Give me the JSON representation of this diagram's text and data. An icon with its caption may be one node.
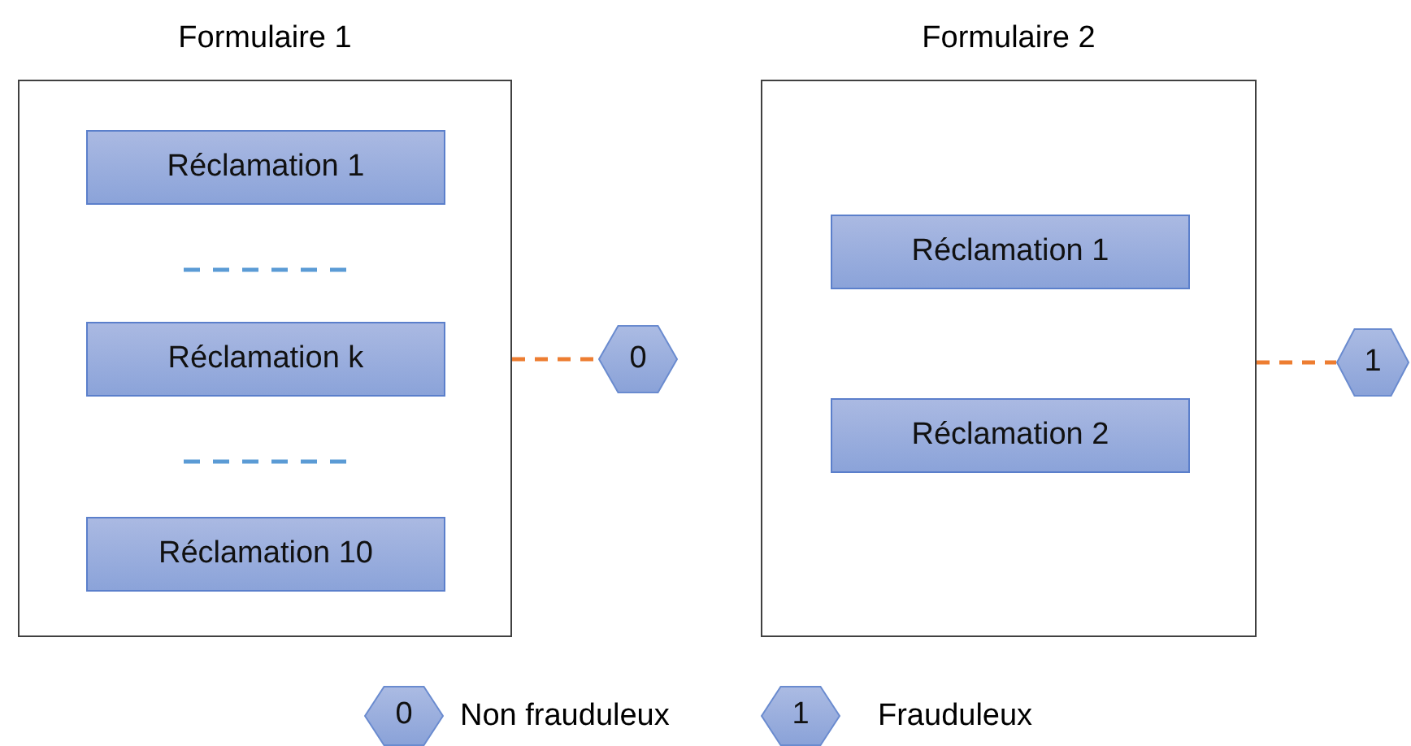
{
  "diagram": {
    "nodes": [
      {
        "text": [
          "Formulaire 1"
        ]
      },
      {
        "text": [
          "Réclamation 1"
        ],
        "in": 0
      },
      {
        "text": [
          "Réclamation k"
        ],
        "in": 0
      },
      {
        "text": [
          "Réclamation 10"
        ],
        "in": 0
      },
      {
        "text": [
          "0"
        ]
      },
      {
        "text": [
          "Formulaire 2"
        ]
      },
      {
        "text": [
          "Réclamation 1"
        ],
        "in": 5
      },
      {
        "text": [
          "Réclamation 2"
        ],
        "in": 5
      },
      {
        "text": [
          "1"
        ]
      }
    ],
    "edges": [
      {
        "from": 0,
        "to": 4,
        "arrow": "none",
        "style": "dashed"
      },
      {
        "from": 5,
        "to": 8,
        "arrow": "none",
        "style": "dashed"
      }
    ],
    "labels": [
      "0",
      "1"
    ],
    "legend": [
      {
        "text": "Non frauduleux"
      },
      {
        "text": "Frauduleux"
      }
    ]
  }
}
